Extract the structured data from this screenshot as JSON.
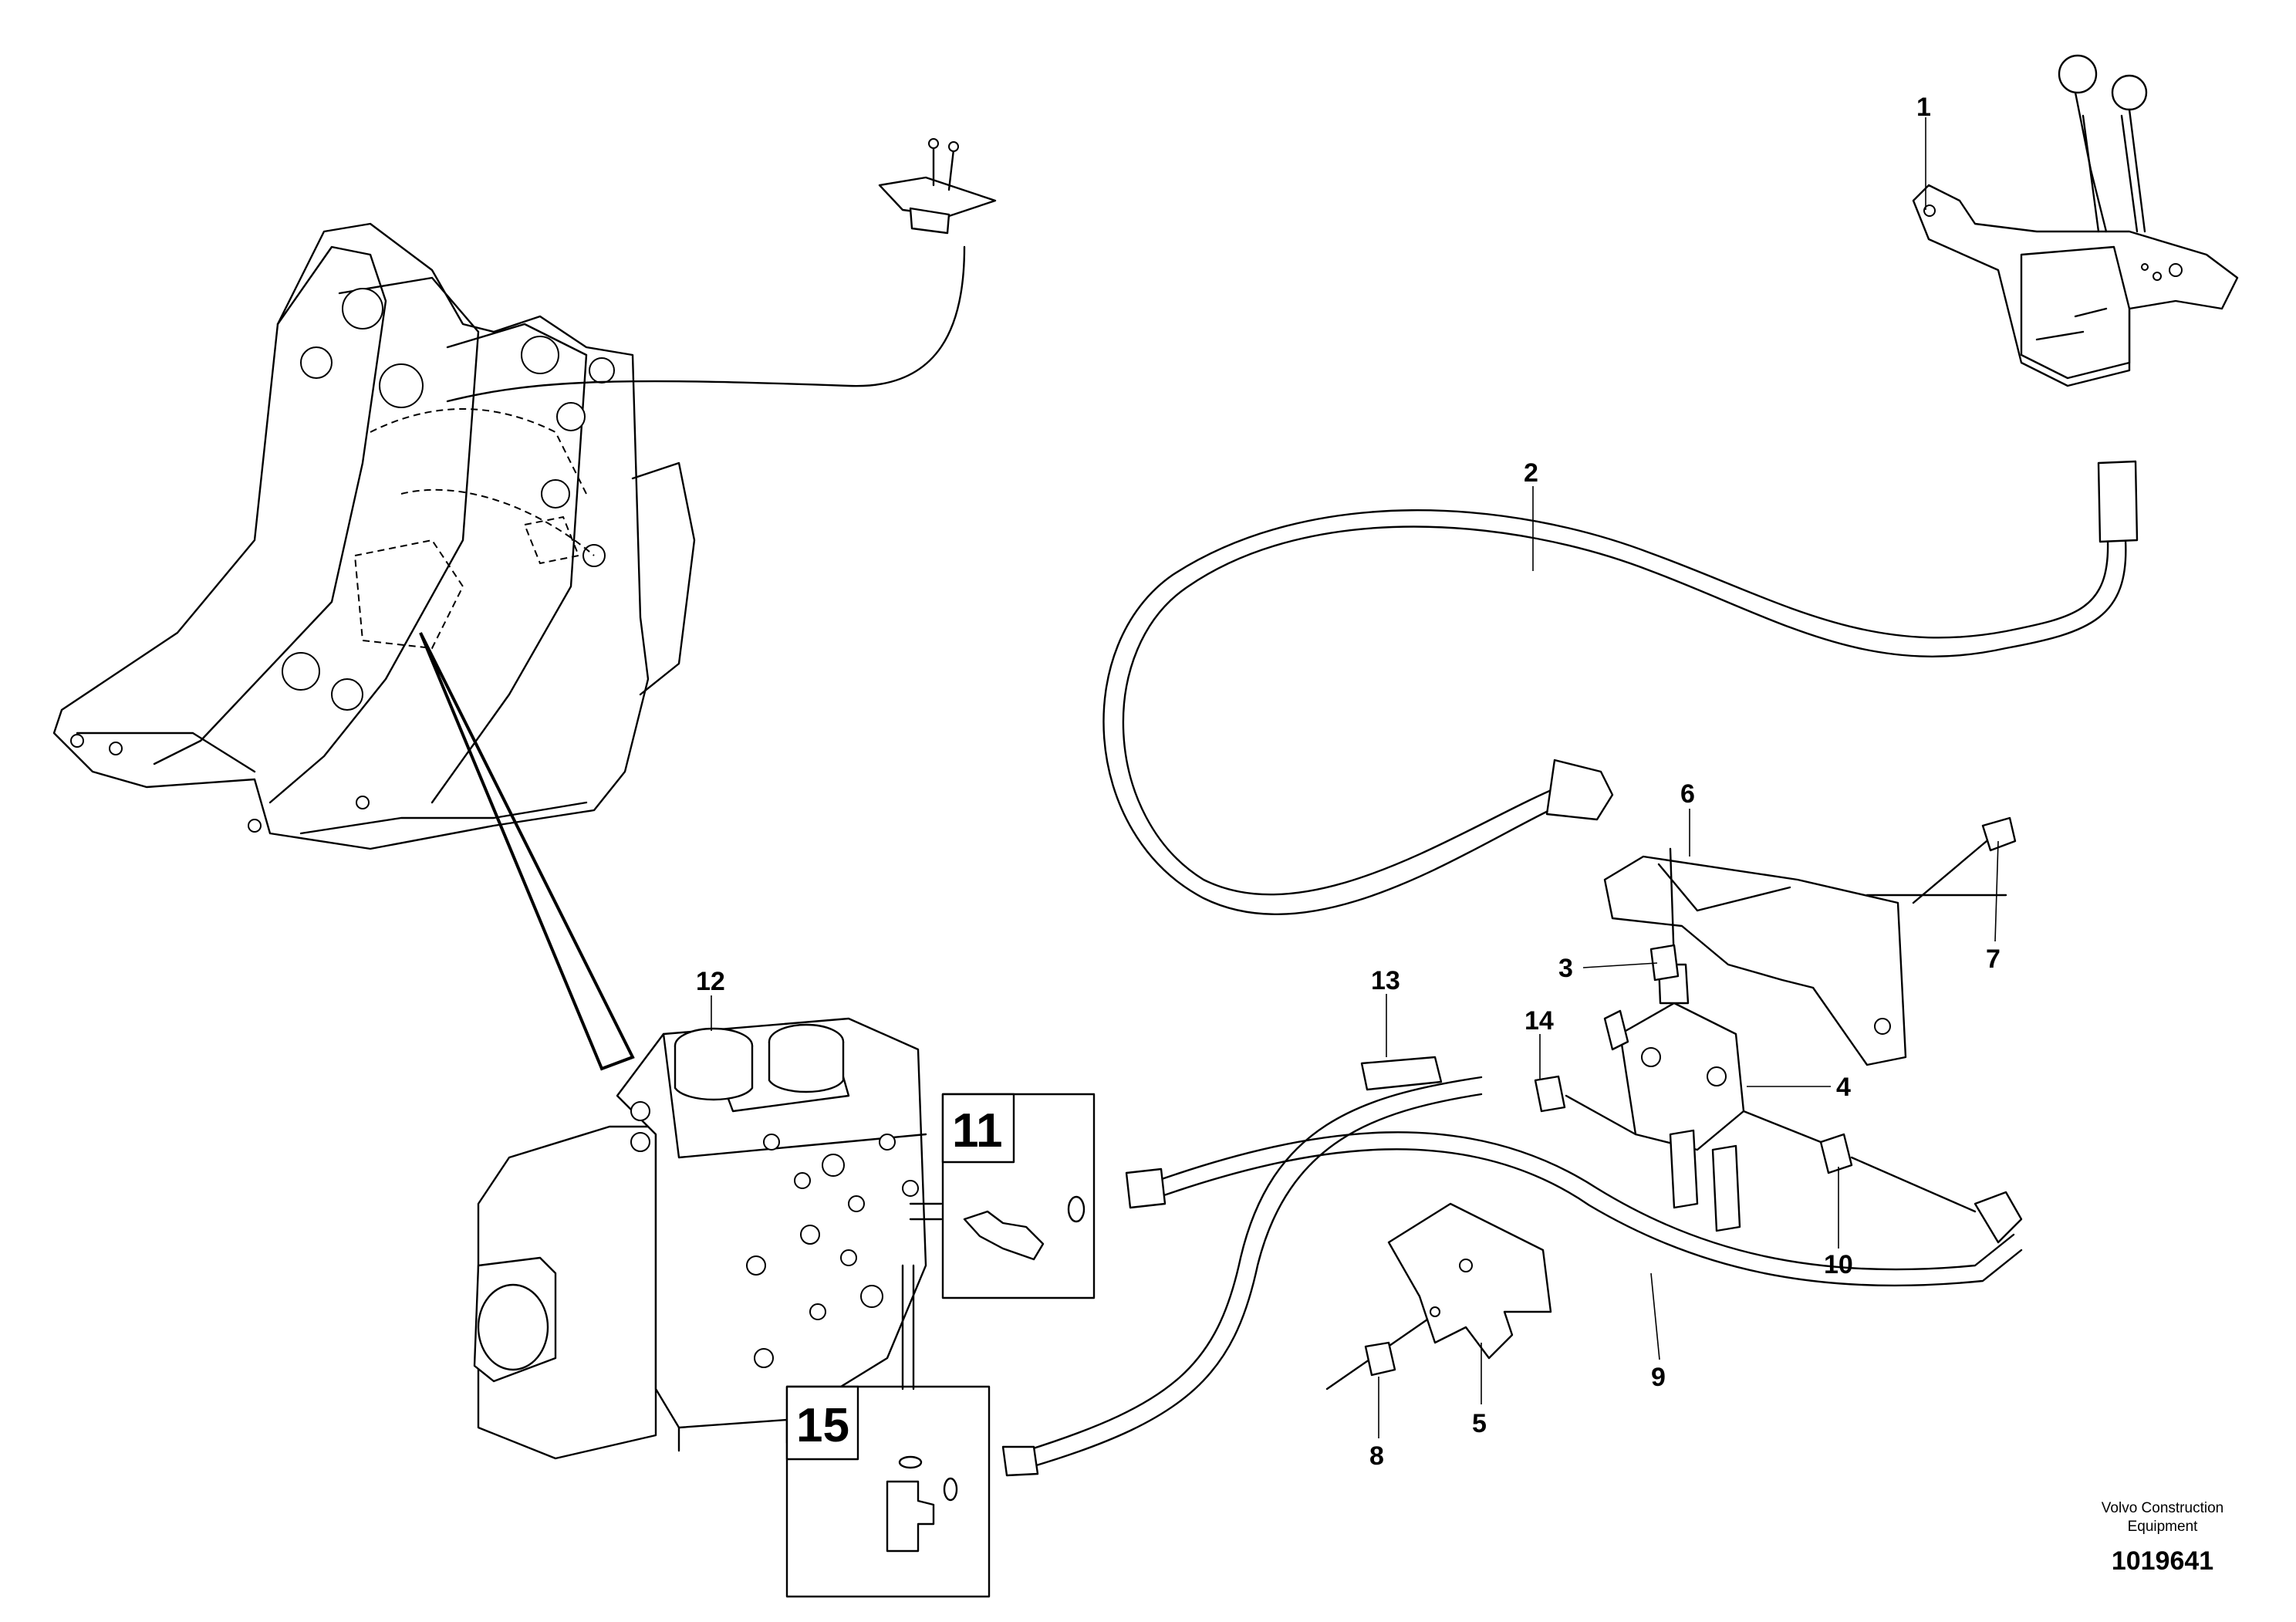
{
  "diagram": {
    "callouts": [
      "1",
      "2",
      "3",
      "4",
      "5",
      "6",
      "7",
      "8",
      "9",
      "10",
      "12",
      "13",
      "14"
    ],
    "detail_boxes": [
      "11",
      "15"
    ],
    "credit_line1": "Volvo Construction",
    "credit_line2": "Equipment",
    "doc_number": "1019641"
  }
}
